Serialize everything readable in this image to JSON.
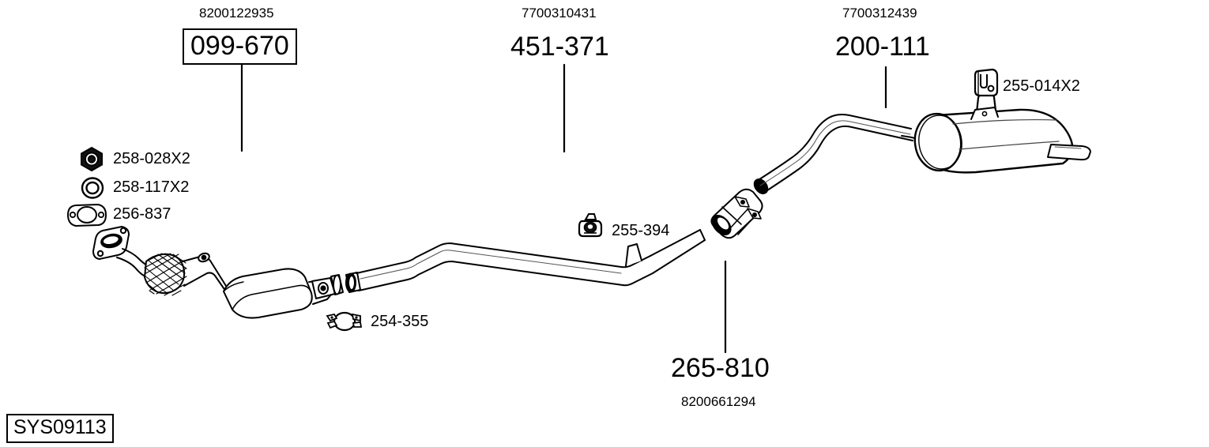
{
  "diagram": {
    "system_code": "SYS09113",
    "title_parts": [
      {
        "id": "front-pipe-catalyst",
        "part_number": "099-670",
        "oem_number": "8200122935",
        "boxed": true
      },
      {
        "id": "centre-pipe",
        "part_number": "451-371",
        "oem_number": "7700310431",
        "boxed": false
      },
      {
        "id": "rear-silencer",
        "part_number": "200-111",
        "oem_number": "7700312439",
        "boxed": false
      },
      {
        "id": "rear-pipe",
        "part_number": "265-810",
        "oem_number": "8200661294",
        "boxed": false
      }
    ],
    "fittings": [
      {
        "id": "nut",
        "label": "258-028X2",
        "icon": "hex-nut-icon"
      },
      {
        "id": "washer",
        "label": "258-117X2",
        "icon": "ring-washer-icon"
      },
      {
        "id": "gasket",
        "label": "256-837",
        "icon": "oval-flange-gasket-icon"
      },
      {
        "id": "clamp",
        "label": "254-355",
        "icon": "pipe-clamp-icon"
      },
      {
        "id": "hanger-mid",
        "label": "255-394",
        "icon": "rubber-hanger-icon"
      },
      {
        "id": "hanger-rear",
        "label": "255-014X2",
        "icon": "rubber-mount-icon"
      }
    ],
    "colors": {
      "line": "#000000",
      "background": "#ffffff",
      "fill": "#ffffff"
    }
  }
}
